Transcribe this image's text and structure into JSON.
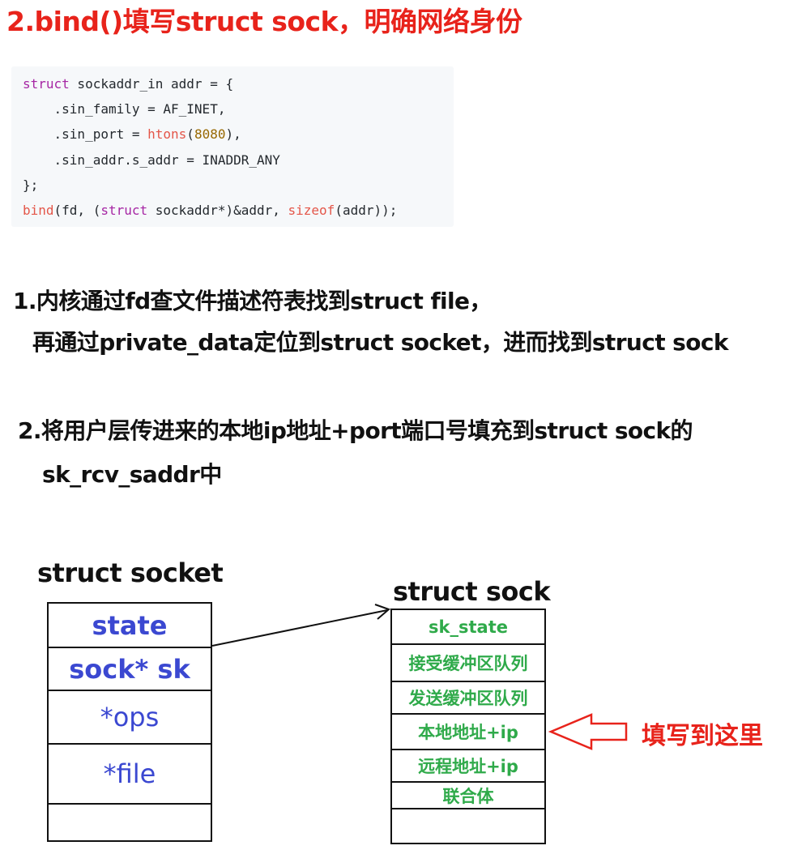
{
  "title": "2.bind()填写struct sock，明确网络身份",
  "code": {
    "line1_kw": "struct",
    "line1_rest": " sockaddr_in addr = {",
    "line2": "    .sin_family = AF_INET,",
    "line3_a": "    .sin_port = ",
    "line3_fn": "htons",
    "line3_b": "(",
    "line3_num": "8080",
    "line3_c": "),",
    "line4": "    .sin_addr.s_addr = INADDR_ANY",
    "line5": "};",
    "line6_fn": "bind",
    "line6_a": "(fd, (",
    "line6_kw": "struct",
    "line6_b": " sockaddr*)&addr, ",
    "line6_fn2": "sizeof",
    "line6_c": "(addr));"
  },
  "notes": {
    "step1_line1": "1.内核通过fd查文件描述符表找到struct file，",
    "step1_line2": "再通过private_data定位到struct socket，进而找到struct sock",
    "step2_line1": "2.将用户层传进来的本地ip地址+port端口号填充到struct sock的",
    "step2_line2": "sk_rcv_saddr中"
  },
  "socket_struct": {
    "title": "struct socket",
    "fields": [
      "state",
      "sock* sk",
      "*ops",
      "*file",
      ""
    ]
  },
  "sock_struct": {
    "title": "struct sock",
    "fields": [
      "sk_state",
      "接受缓冲区队列",
      "发送缓冲区队列",
      "本地地址+ip",
      "远程地址+ip",
      "联合体",
      ""
    ]
  },
  "annotation": {
    "label": "填写到这里"
  },
  "colors": {
    "title": "#e8231b",
    "socket_fields": "#3b48d1",
    "sock_fields": "#2faa4a",
    "arrow_red": "#e8231b"
  }
}
